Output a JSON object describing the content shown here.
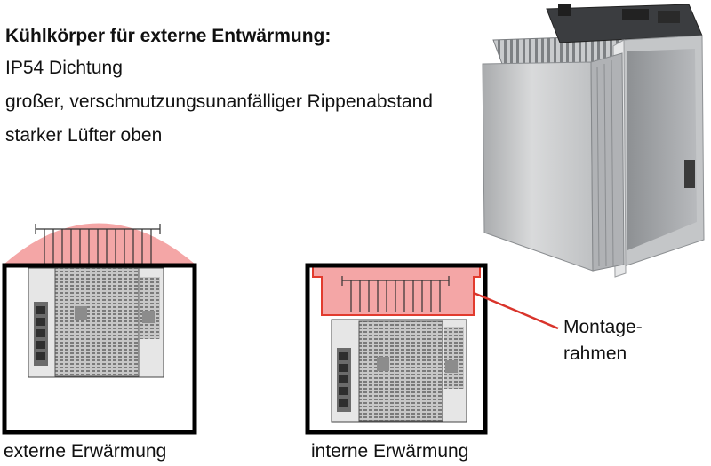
{
  "heading": "Kühlkörper für externe Entwärmung:",
  "features": [
    "IP54 Dichtung",
    "großer, verschmutzungsunanfälliger Rippenabstand",
    "starker Lüfter oben"
  ],
  "captions": {
    "external": "externe Erwärmung",
    "internal": "interne Erwärmung"
  },
  "callout": {
    "line1": "Montage-",
    "line2": "rahmen"
  },
  "colors": {
    "heat_zone": "#f4a6a6",
    "frame_outline": "#e23b2e",
    "callout_line": "#d9342b",
    "cabinet": "#000000"
  }
}
